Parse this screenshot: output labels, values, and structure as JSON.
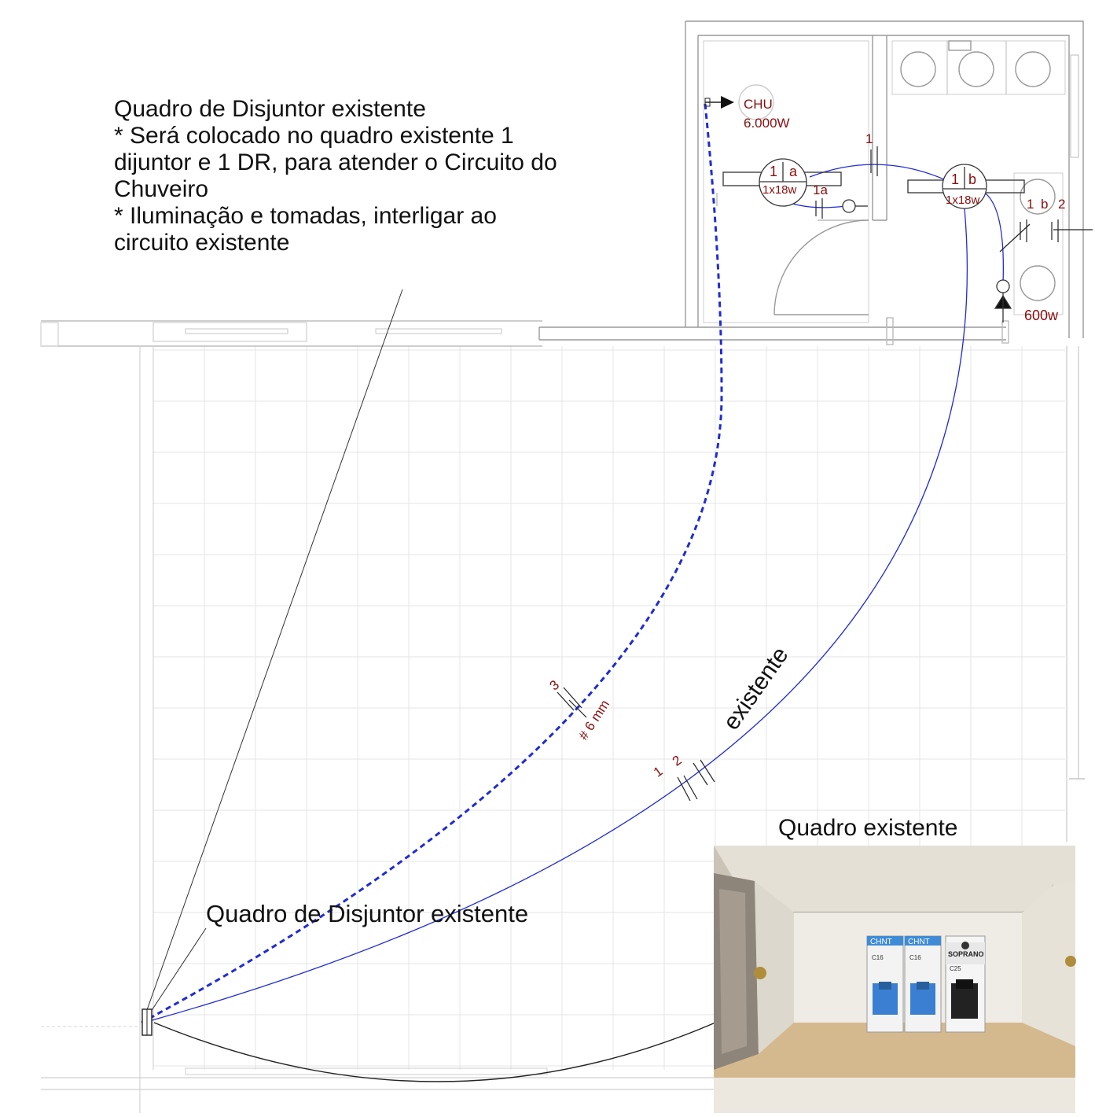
{
  "notes": {
    "main": {
      "title": "Quadro de Disjuntor existente",
      "line1": "* Será colocado no quadro existente 1",
      "line2": "dijuntor e 1 DR, para atender o Circuito do",
      "line3": "Chuveiro",
      "line4": "* Iluminação e tomadas, interligar ao",
      "line5": "circuito existente"
    },
    "photo_label": "Quadro existente",
    "board_label": "Quadro de Disjuntor existente",
    "existing_circuit": "existente"
  },
  "plan": {
    "shower": {
      "code": "CHU",
      "power": "6.000W"
    },
    "lamp_a": {
      "circuit": "1",
      "id": "a",
      "spec": "1x18w"
    },
    "switch_a": "1a",
    "lamp_b": {
      "circuit": "1",
      "id": "b",
      "spec": "1x18w"
    },
    "conduit_top_mark": "1",
    "outlet_circuits": {
      "c1": "1",
      "cb": "b",
      "c2": "2"
    },
    "outlet_power": "600w",
    "shower_run": {
      "circuit": "3",
      "gauge": "# 6 mm"
    },
    "existing_run": {
      "c1": "1",
      "c2": "2"
    }
  },
  "photo": {
    "breaker1": {
      "brand": "CHNT",
      "rating": "C16"
    },
    "breaker2": {
      "brand": "CHNT",
      "rating": "C16"
    },
    "breaker3": {
      "brand": "SOPRANO",
      "rating": "C25"
    }
  },
  "colors": {
    "wire": "#1f2bd6",
    "label_red": "#8b0d0d",
    "wall": "#9a9a9a",
    "grid": "#e2e2e2"
  }
}
